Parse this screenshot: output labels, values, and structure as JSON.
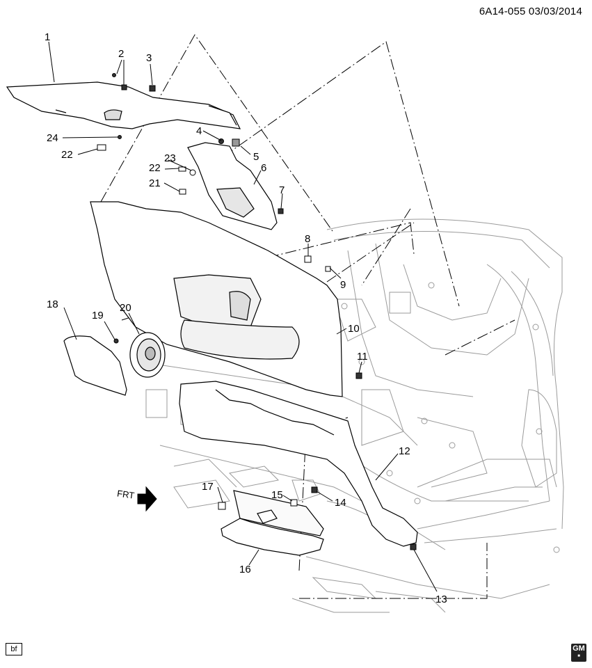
{
  "header": {
    "diagram_id": "6A14-055 03/03/2014"
  },
  "direction_label": "FRT",
  "footer": {
    "badge": "bf",
    "logo_text": "GM"
  },
  "callouts": {
    "c1": "1",
    "c2": "2",
    "c3": "3",
    "c4": "4",
    "c5": "5",
    "c6": "6",
    "c7": "7",
    "c8": "8",
    "c9": "9",
    "c10": "10",
    "c11": "11",
    "c12": "12",
    "c13": "13",
    "c14": "14",
    "c15": "15",
    "c16": "16",
    "c17": "17",
    "c18": "18",
    "c19": "19",
    "c20": "20",
    "c21": "21",
    "c22a": "22",
    "c22b": "22",
    "c23": "23",
    "c24": "24"
  }
}
